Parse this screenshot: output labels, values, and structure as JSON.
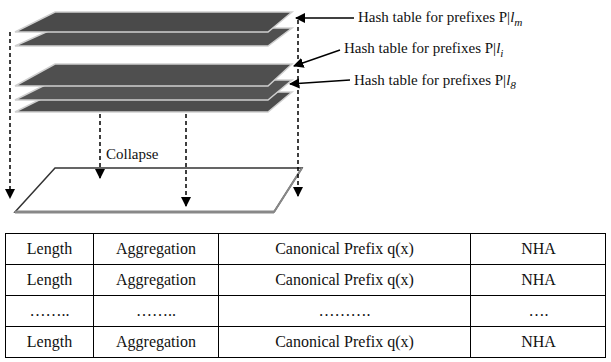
{
  "diagram": {
    "labels": [
      "Hash table for prefixes P|lm",
      "Hash table for prefixes P|li",
      "Hash table for prefixes P|l8",
      "Collapse",
      "Length",
      "Aggregation",
      "Canonical Prefix q(x)",
      "NHA",
      "Length",
      "Aggregation",
      "Canonical Prefix q(x)",
      "NHA",
      "……..",
      "……..",
      "……….",
      "….",
      "Length",
      "Aggregation",
      "Canonical Prefix q(x)",
      "NHA"
    ]
  }
}
